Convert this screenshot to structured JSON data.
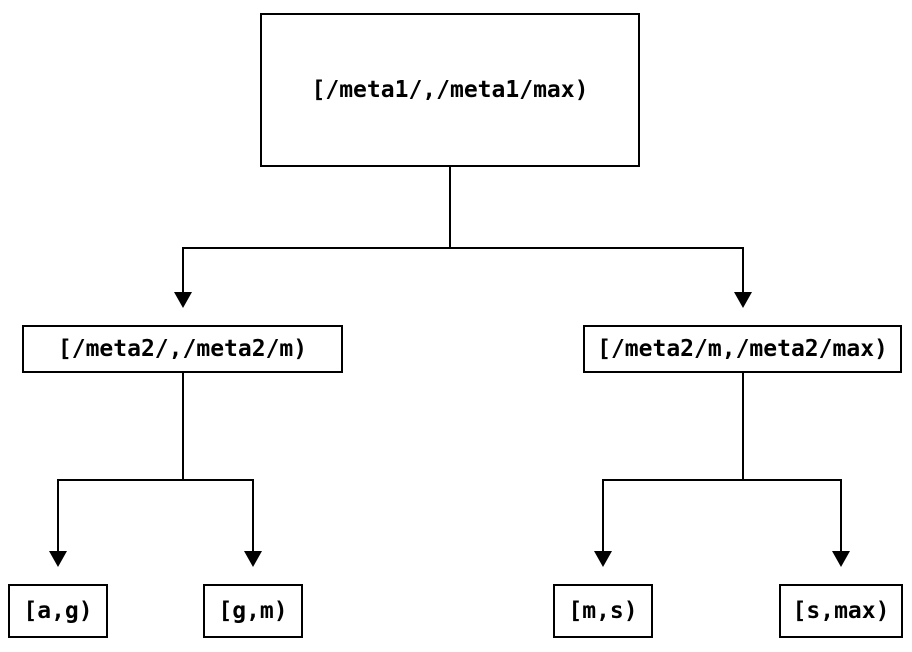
{
  "diagram": {
    "type": "tree",
    "colors": {
      "stroke": "#000000",
      "background": "#ffffff",
      "text": "#000000"
    },
    "nodes": {
      "root": {
        "label": "[/meta1/,/meta1/max)"
      },
      "l2_left": {
        "label": "[/meta2/,/meta2/m)"
      },
      "l2_right": {
        "label": "[/meta2/m,/meta2/max)"
      },
      "leaf_ag": {
        "label": "[a,g)"
      },
      "leaf_gm": {
        "label": "[g,m)"
      },
      "leaf_ms": {
        "label": "[m,s)"
      },
      "leaf_smax": {
        "label": "[s,max)"
      }
    },
    "edges": [
      {
        "from": "root",
        "to": "l2_left"
      },
      {
        "from": "root",
        "to": "l2_right"
      },
      {
        "from": "l2_left",
        "to": "leaf_ag"
      },
      {
        "from": "l2_left",
        "to": "leaf_gm"
      },
      {
        "from": "l2_right",
        "to": "leaf_ms"
      },
      {
        "from": "l2_right",
        "to": "leaf_smax"
      }
    ]
  }
}
